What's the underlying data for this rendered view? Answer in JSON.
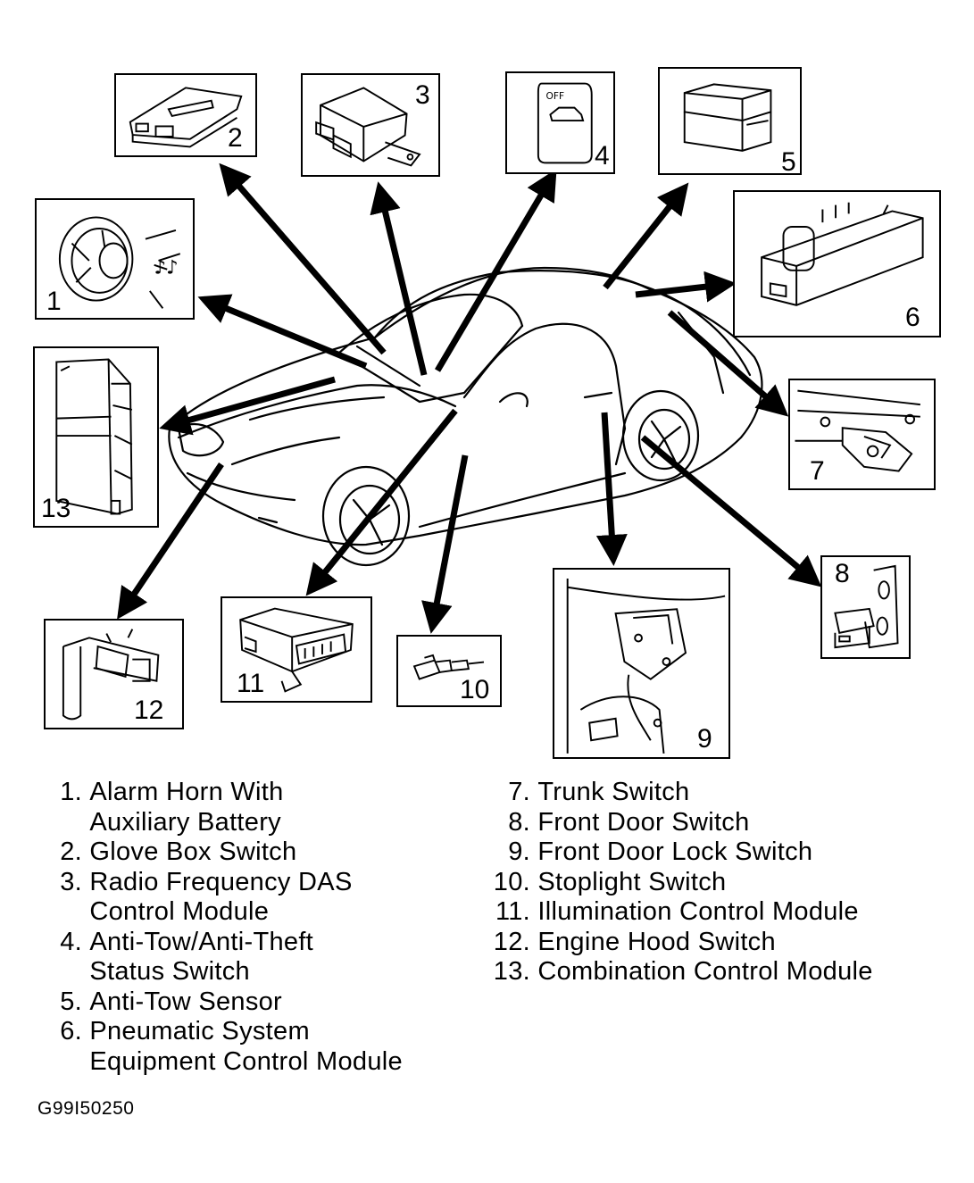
{
  "component_boxes": [
    {
      "number": "1"
    },
    {
      "number": "2"
    },
    {
      "number": "3"
    },
    {
      "number": "4"
    },
    {
      "number": "5"
    },
    {
      "number": "6"
    },
    {
      "number": "7"
    },
    {
      "number": "8"
    },
    {
      "number": "9"
    },
    {
      "number": "10"
    },
    {
      "number": "11"
    },
    {
      "number": "12"
    },
    {
      "number": "13"
    }
  ],
  "switch4_text": "OFF",
  "legend": {
    "left": [
      {
        "number": "1.",
        "lines": [
          "Alarm Horn With",
          "Auxiliary Battery"
        ]
      },
      {
        "number": "2.",
        "lines": [
          "Glove Box Switch"
        ]
      },
      {
        "number": "3.",
        "lines": [
          "Radio Frequency DAS",
          "Control Module"
        ]
      },
      {
        "number": "4.",
        "lines": [
          "Anti-Tow/Anti-Theft",
          "Status Switch"
        ]
      },
      {
        "number": "5.",
        "lines": [
          "Anti-Tow Sensor"
        ]
      },
      {
        "number": "6.",
        "lines": [
          "Pneumatic System",
          "Equipment Control Module"
        ]
      }
    ],
    "right": [
      {
        "number": "7.",
        "lines": [
          "Trunk Switch"
        ]
      },
      {
        "number": "8.",
        "lines": [
          "Front Door Switch"
        ]
      },
      {
        "number": "9.",
        "lines": [
          "Front Door Lock Switch"
        ]
      },
      {
        "number": "10.",
        "lines": [
          "Stoplight Switch"
        ]
      },
      {
        "number": "11.",
        "lines": [
          "Illumination Control Module"
        ]
      },
      {
        "number": "12.",
        "lines": [
          "Engine Hood Switch"
        ]
      },
      {
        "number": "13.",
        "lines": [
          "Combination Control Module"
        ]
      }
    ]
  },
  "figure_code": "G99I50250"
}
